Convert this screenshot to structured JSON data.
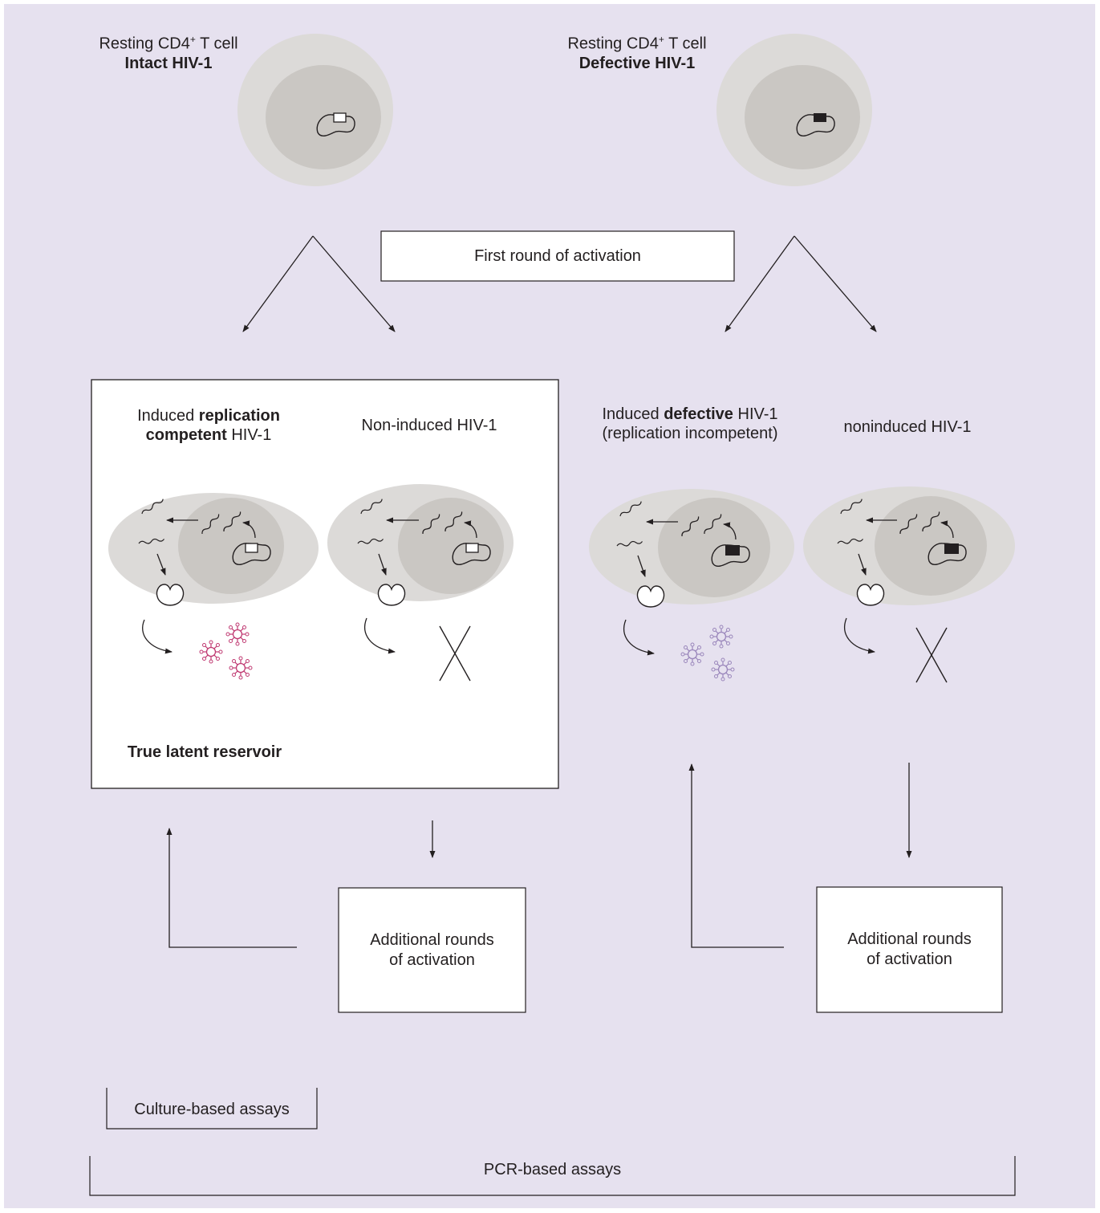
{
  "colors": {
    "panel_background": "#e6e1ef",
    "cytoplasm": "#dcdad8",
    "nucleus": "#cac7c3",
    "replication_competent_virus": "#c03a72",
    "defective_virus": "#9a86bb",
    "line": "#231f20"
  },
  "top_cells": {
    "intact": {
      "line1_pre": "Resting CD4",
      "line1_sup": "+",
      "line1_post": " T cell",
      "line2": "Intact HIV-1"
    },
    "defective": {
      "line1_pre": "Resting CD4",
      "line1_sup": "+",
      "line1_post": " T cell",
      "line2": "Defective HIV-1"
    }
  },
  "first_round": "First round of activation",
  "induced_competent": {
    "pre": "Induced ",
    "bold1": "replication",
    "bold2": "competent",
    "post": " HIV-1"
  },
  "non_induced_left": "Non-induced HIV-1",
  "induced_defective": {
    "pre": "Induced ",
    "bold": "defective",
    "post": " HIV-1",
    "line2": "(replication incompetent)"
  },
  "noninduced_right": "noninduced HIV-1",
  "true_latent_reservoir": "True latent reservoir",
  "additional_rounds_left": {
    "line1": "Additional rounds",
    "line2": "of activation"
  },
  "additional_rounds_right": {
    "line1": "Additional rounds",
    "line2": "of activation"
  },
  "culture_based_assays": "Culture-based assays",
  "pcr_based_assays": "PCR-based assays"
}
